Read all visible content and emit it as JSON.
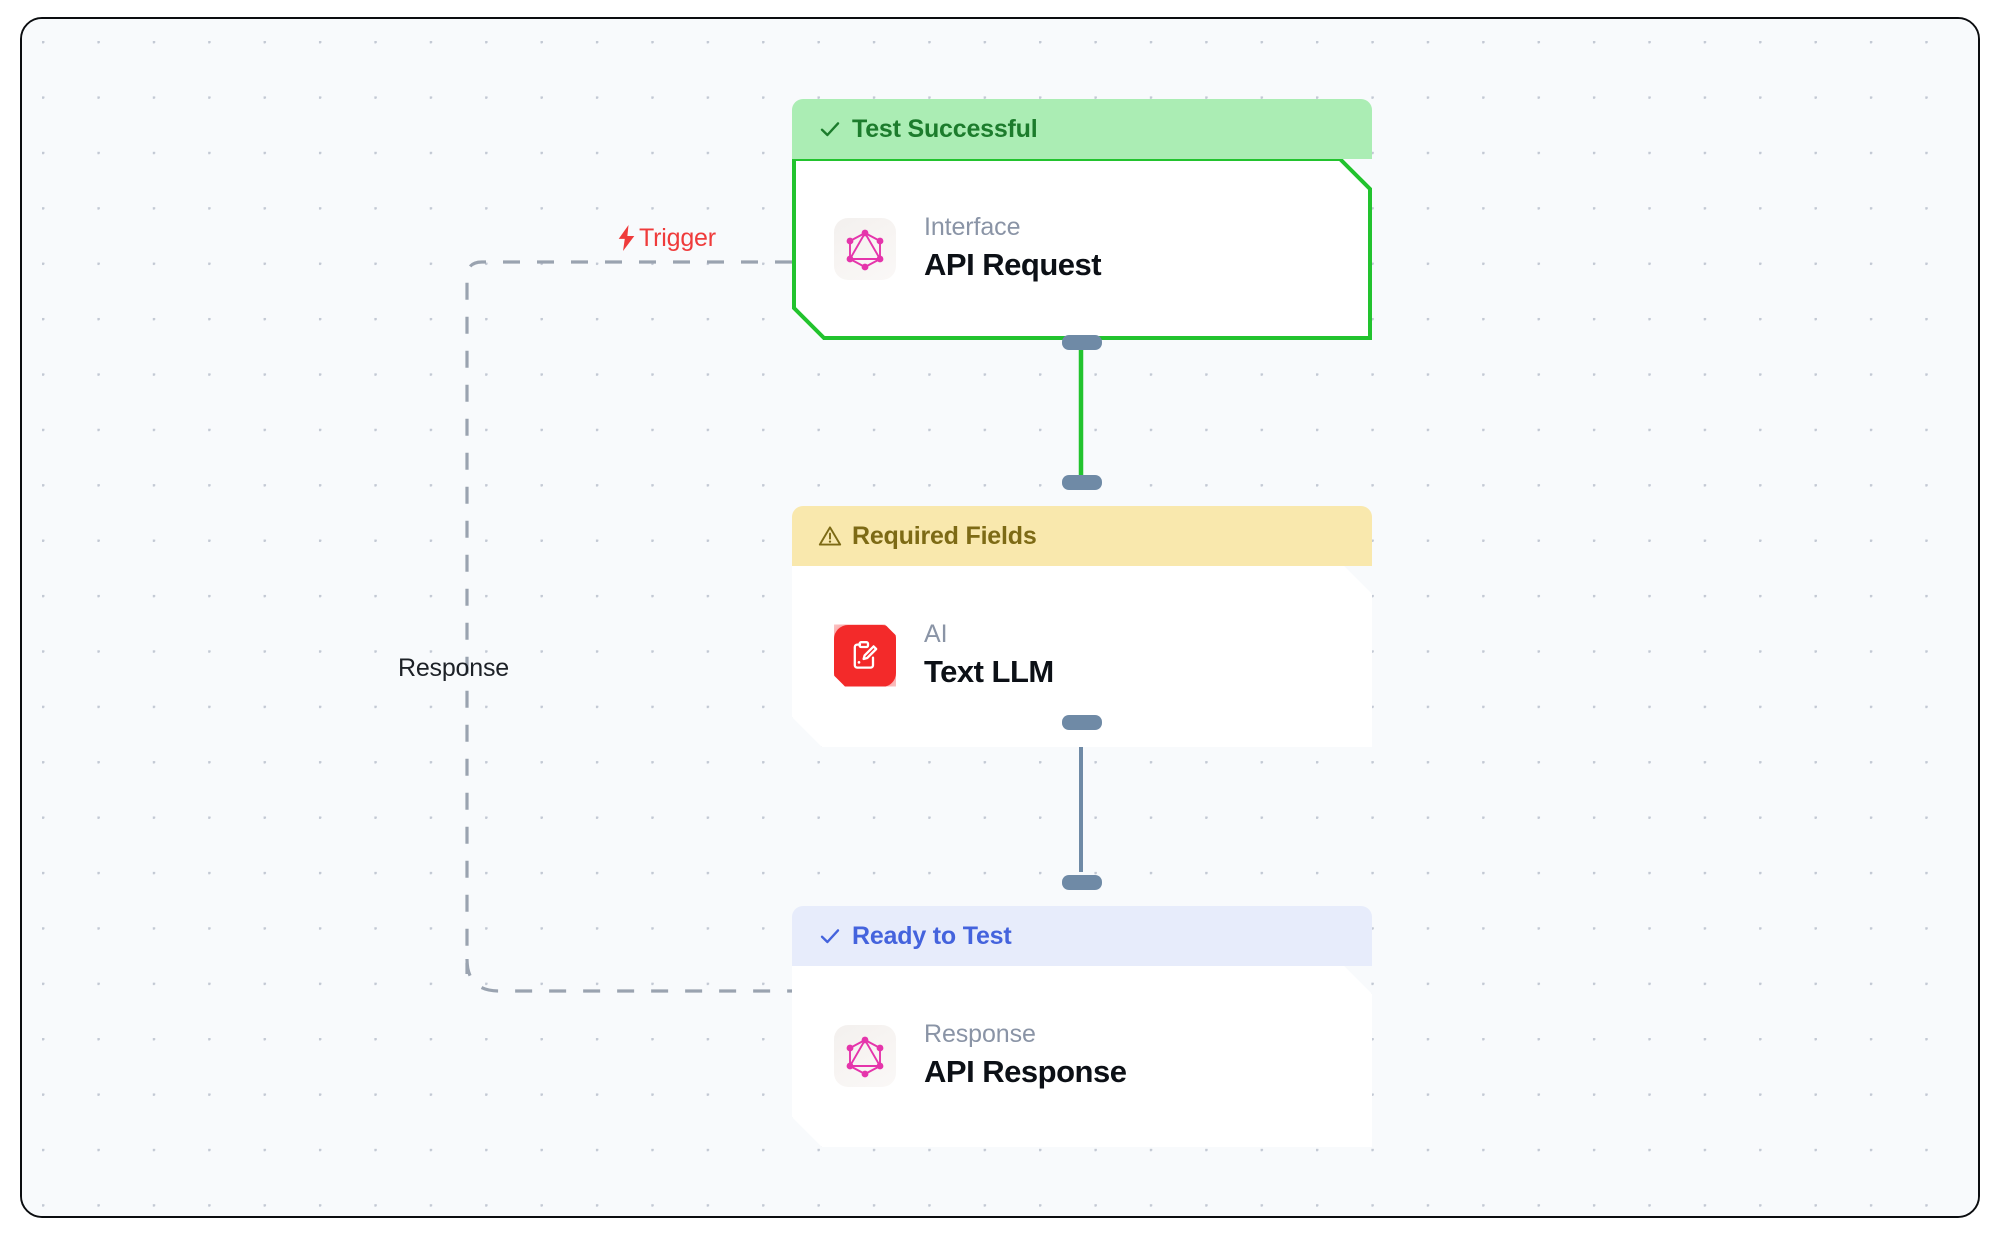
{
  "canvas": {
    "background_color": "#f8fafc",
    "grid": "dot-grid",
    "frame_border_color": "#0b0d10"
  },
  "edges": [
    {
      "id": "trigger",
      "label": "Trigger",
      "icon": "lightning-bolt-icon",
      "color": "#ef3b3b",
      "style": "dashed",
      "line_color": "#9aa3b0",
      "from": "api-response",
      "to": "api-request"
    },
    {
      "id": "response",
      "label": "Response",
      "icon": "none",
      "color": "#1d2127",
      "style": "dashed",
      "line_color": "#9aa3b0",
      "from": "api-response",
      "to": "api-request"
    },
    {
      "id": "request-to-llm",
      "label": "",
      "style": "solid",
      "line_color": "#22c32e",
      "from": "api-request",
      "to": "text-llm"
    },
    {
      "id": "llm-to-response",
      "label": "",
      "style": "solid",
      "line_color": "#6f8aa6",
      "from": "text-llm",
      "to": "api-response"
    }
  ],
  "nodes": [
    {
      "id": "api-request",
      "status": {
        "label": "Test Successful",
        "icon": "check-icon",
        "variant": "green",
        "bg": "#abedb4",
        "fg": "#1c7c2c"
      },
      "icon": "graphql-icon",
      "kind": "Interface",
      "title": "API Request",
      "outlined": true,
      "outline_color": "#22c32e"
    },
    {
      "id": "text-llm",
      "status": {
        "label": "Required Fields",
        "icon": "warning-triangle-icon",
        "variant": "yellow",
        "bg": "#f9e8ad",
        "fg": "#7d6a15"
      },
      "icon": "clipboard-pencil-icon",
      "kind": "AI",
      "title": "Text LLM",
      "outlined": false,
      "outline_color": ""
    },
    {
      "id": "api-response",
      "status": {
        "label": "Ready to Test",
        "icon": "check-icon",
        "variant": "blue",
        "bg": "#e7ecfb",
        "fg": "#4463dd"
      },
      "icon": "graphql-icon",
      "kind": "Response",
      "title": "API Response",
      "outlined": false,
      "outline_color": ""
    }
  ]
}
